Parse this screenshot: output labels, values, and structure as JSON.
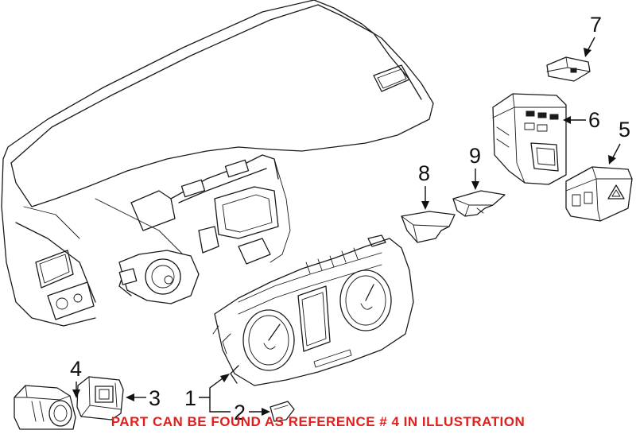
{
  "callouts": {
    "c1": "1",
    "c2": "2",
    "c3": "3",
    "c4": "4",
    "c5": "5",
    "c6": "6",
    "c7": "7",
    "c8": "8",
    "c9": "9"
  },
  "note": {
    "text": "PART CAN BE FOUND AS REFERENCE # 4 IN ILLUSTRATION",
    "color": "#e0201e"
  },
  "colors": {
    "line": "#1a1a1a",
    "background": "#ffffff"
  }
}
